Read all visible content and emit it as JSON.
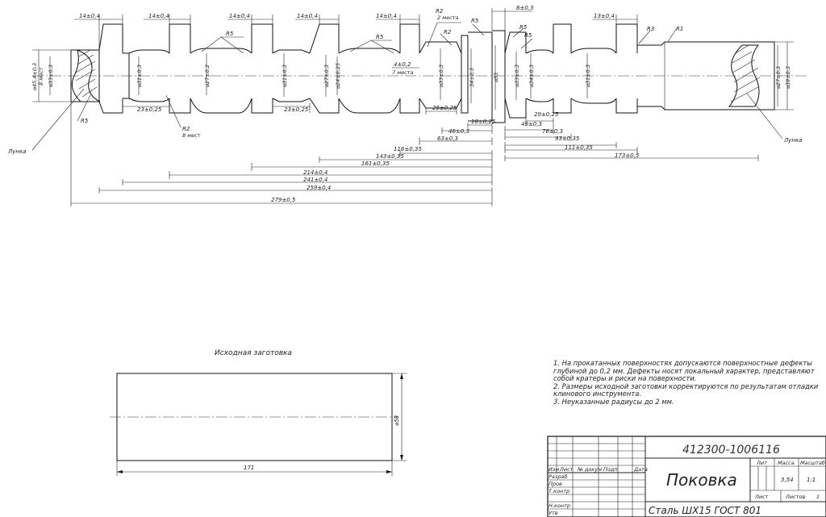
{
  "dims": {
    "top": [
      {
        "id": "d14a",
        "text": "14±0,4"
      },
      {
        "id": "d14b",
        "text": "14±0,4"
      },
      {
        "id": "d14c",
        "text": "14±0,4"
      },
      {
        "id": "d14d",
        "text": "14±0,4"
      },
      {
        "id": "d14e",
        "text": "14±0,4"
      },
      {
        "id": "d8",
        "text": "8±0,3"
      },
      {
        "id": "d13",
        "text": "13±0,4"
      }
    ],
    "radii": [
      {
        "id": "r5a",
        "text": "R5"
      },
      {
        "id": "r5b",
        "text": "R5"
      },
      {
        "id": "r2top",
        "text": "R2"
      },
      {
        "id": "r2mesta",
        "text": "2 места"
      },
      {
        "id": "r5c",
        "text": "R5"
      },
      {
        "id": "r2b",
        "text": "R2"
      },
      {
        "id": "r5d",
        "text": "R5"
      },
      {
        "id": "r5e",
        "text": "R5"
      },
      {
        "id": "r3",
        "text": "R3"
      },
      {
        "id": "r1",
        "text": "R1"
      },
      {
        "id": "r5left",
        "text": "R5"
      },
      {
        "id": "r2low",
        "text": "R2"
      },
      {
        "id": "r8mest",
        "text": "8 мест"
      },
      {
        "id": "lunkaL",
        "text": "Лунка"
      },
      {
        "id": "lunkaR",
        "text": "Лунка"
      },
      {
        "id": "p4",
        "text": "4±0,2"
      },
      {
        "id": "p7mest",
        "text": "7 места"
      }
    ],
    "diam": [
      {
        "id": "dl1",
        "text": "⌀45,4±0,3"
      },
      {
        "id": "dl2",
        "text": "8 мест"
      },
      {
        "id": "dl3",
        "text": "⌀33±0,3"
      },
      {
        "id": "dd1",
        "text": "⌀31±0,3"
      },
      {
        "id": "dd2",
        "text": "⌀27±0,2"
      },
      {
        "id": "dd3",
        "text": "⌀31±0,3"
      },
      {
        "id": "dd4",
        "text": "⌀27±0,3"
      },
      {
        "id": "dd5",
        "text": "⌀24±0,25"
      },
      {
        "id": "dd6",
        "text": "⌀33±0,3"
      },
      {
        "id": "dd7",
        "text": "34±0,3"
      },
      {
        "id": "dd8",
        "text": "⌀53"
      },
      {
        "id": "dd9",
        "text": "⌀33±0,3"
      },
      {
        "id": "dd10",
        "text": "⌀34±0,3"
      },
      {
        "id": "dd11",
        "text": "⌀31±0,3"
      },
      {
        "id": "dr1",
        "text": "⌀27±0,3"
      },
      {
        "id": "dr2",
        "text": "⌀39±0,3"
      }
    ],
    "horiz": [
      {
        "id": "h23a",
        "text": "23±0,25"
      },
      {
        "id": "h23b",
        "text": "23±0,25"
      },
      {
        "id": "h25",
        "text": "25±0,25"
      },
      {
        "id": "h18",
        "text": "18±0,25"
      },
      {
        "id": "h46",
        "text": "46±0,3"
      },
      {
        "id": "h29",
        "text": "29±0,25"
      },
      {
        "id": "h49",
        "text": "49±0,3"
      },
      {
        "id": "h76",
        "text": "76±0,3"
      },
      {
        "id": "h63",
        "text": "63±0,3"
      },
      {
        "id": "h93",
        "text": "93±0,35"
      },
      {
        "id": "h116",
        "text": "116±0,35"
      },
      {
        "id": "h111",
        "text": "111±0,35"
      },
      {
        "id": "h143",
        "text": "143±0,35"
      },
      {
        "id": "h173",
        "text": "173±0,5"
      },
      {
        "id": "h161",
        "text": "161±0,35"
      },
      {
        "id": "h214",
        "text": "214±0,4"
      },
      {
        "id": "h241",
        "text": "241±0,4"
      },
      {
        "id": "h259",
        "text": "259±0,4"
      },
      {
        "id": "h279",
        "text": "279±0,5"
      }
    ]
  },
  "blank": {
    "title": "Исходная заготовка",
    "length": "171",
    "diameter": "⌀58"
  },
  "notes": [
    "1. На прокатанных поверхностях допускаются поверхностные дефекты глубиной до 0,2 мм. Дефекты носят локальный характер, представляют собой кратеры и риски на поверхности.",
    "2. Размеры исходной заготовки корректируются по результатам отладки клинового инструмента.",
    "3. Неуказанные радиусы до 2 мм."
  ],
  "titleblock": {
    "code": "412300-1006116",
    "name": "Поковка",
    "material": "Сталь ШХ15 ГОСТ 801",
    "hdr_lit": "Лит",
    "hdr_mass": "Масса",
    "hdr_scale": "Масштаб",
    "mass": "3,54",
    "scale": "1:1",
    "sheet_label": "Лист",
    "sheets_label": "Листов",
    "sheets": "1",
    "col_izm": "Изм",
    "col_list": "Лист",
    "col_doc": "№ докум",
    "col_sign": "Подп",
    "col_date": "Дата",
    "row_razrab": "Разраб",
    "row_prov": "Пров",
    "row_tkontr": "Т.контр",
    "row_nkontr": "Н.контр",
    "row_utv": "Утв"
  }
}
